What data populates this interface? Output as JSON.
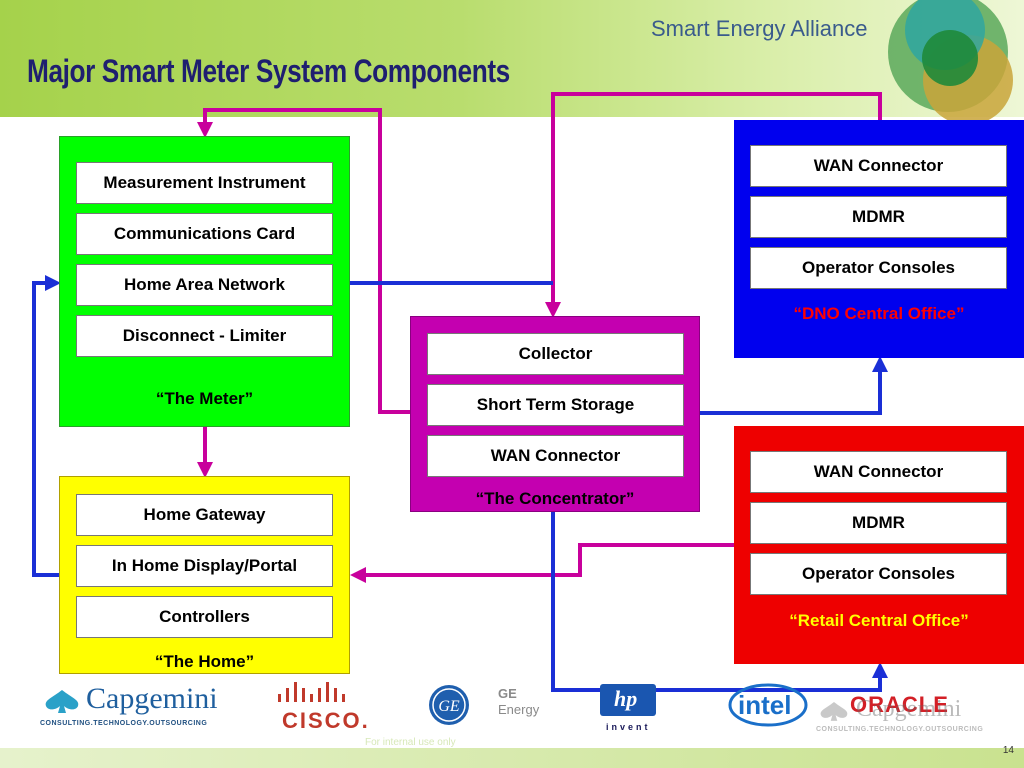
{
  "title": "Major Smart Meter System Components",
  "brand": "Smart Energy Alliance",
  "meter": {
    "items": [
      "Measurement Instrument",
      "Communications Card",
      "Home Area Network",
      "Disconnect - Limiter"
    ],
    "caption": "“The Meter”"
  },
  "home": {
    "items": [
      "Home Gateway",
      "In Home Display/Portal",
      "Controllers"
    ],
    "caption": "“The Home”"
  },
  "concentrator": {
    "items": [
      "Collector",
      "Short Term Storage",
      "WAN Connector"
    ],
    "caption": "“The Concentrator”"
  },
  "dno": {
    "items": [
      "WAN Connector",
      "MDMR",
      "Operator Consoles"
    ],
    "caption": "“DNO Central Office”"
  },
  "retail": {
    "items": [
      "WAN Connector",
      "MDMR",
      "Operator Consoles"
    ],
    "caption": "“Retail Central Office”"
  },
  "logos": {
    "capgemini": "Capgemini",
    "capgemini_sub": "CONSULTING.TECHNOLOGY.OUTSOURCING",
    "cisco": "CISCO.",
    "ge": "GE",
    "ge_sub": "Energy",
    "hp": "hp",
    "hp_sub": "invent",
    "intel": "intel",
    "oracle": "ORACLE",
    "capgemini2": "Capgemini",
    "capgemini2_sub": "CONSULTING.TECHNOLOGY.OUTSOURCING"
  },
  "footer": {
    "note": "For internal use only",
    "page": "14"
  },
  "colors": {
    "meter": "#00ff00",
    "home": "#ffff00",
    "concentrator": "#c400b0",
    "dno": "#0000ee",
    "retail": "#ee0000",
    "connector_magenta": "#c8009c",
    "connector_blue": "#1a2fd6"
  }
}
